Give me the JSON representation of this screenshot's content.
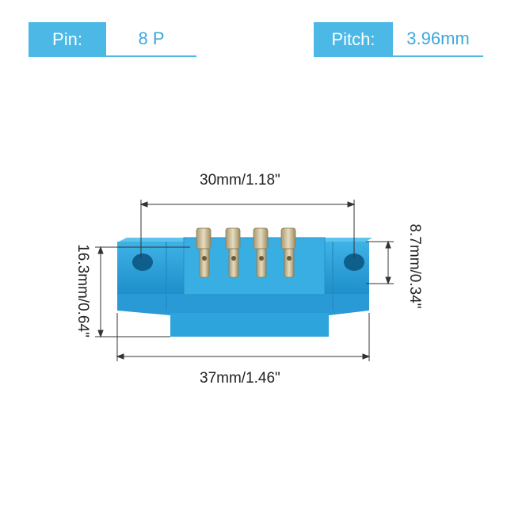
{
  "specs": {
    "pin": {
      "label": "Pin:",
      "value": "8 P"
    },
    "pitch": {
      "label": "Pitch:",
      "value": "3.96mm"
    }
  },
  "dimensions": {
    "hole_spacing": "30mm/1.18\"",
    "overall_length": "37mm/1.46\"",
    "height": "16.3mm/0.64\"",
    "body_height": "8.7mm/0.34\""
  },
  "colors": {
    "accent": "#4cb8e6",
    "accent_text": "#3aa9dd",
    "connector_body": "#2fa3dc",
    "pin_metal": "#c8b890"
  }
}
